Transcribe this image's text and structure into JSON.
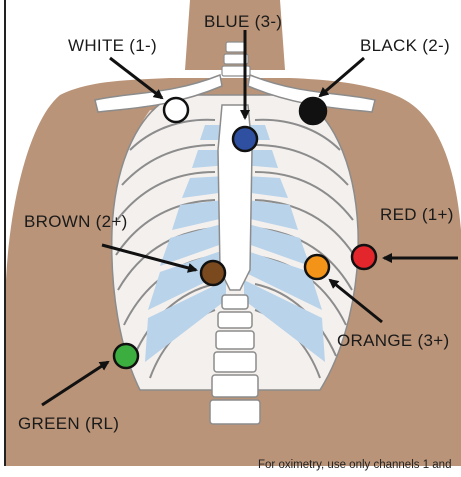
{
  "electrodes": [
    {
      "id": "white",
      "label": "WHITE (1-)",
      "color": "#ffffff"
    },
    {
      "id": "blue",
      "label": "BLUE (3-)",
      "color": "#2f4fa0"
    },
    {
      "id": "black",
      "label": "BLACK (2-)",
      "color": "#111111"
    },
    {
      "id": "red",
      "label": "RED (1+)",
      "color": "#e3262b"
    },
    {
      "id": "brown",
      "label": "BROWN (2+)",
      "color": "#7a4a1e"
    },
    {
      "id": "orange",
      "label": "ORANGE (3+)",
      "color": "#f39419"
    },
    {
      "id": "green",
      "label": "GREEN (RL)",
      "color": "#3cae3f"
    }
  ],
  "footnote": "For oximetry, use only channels 1 and",
  "colors": {
    "skin": "#b99478",
    "bone": "#ffffff",
    "bone_outline": "#8c8c8c",
    "cartilage": "#b8d3ea",
    "lung_tint": "#efd9cf"
  }
}
